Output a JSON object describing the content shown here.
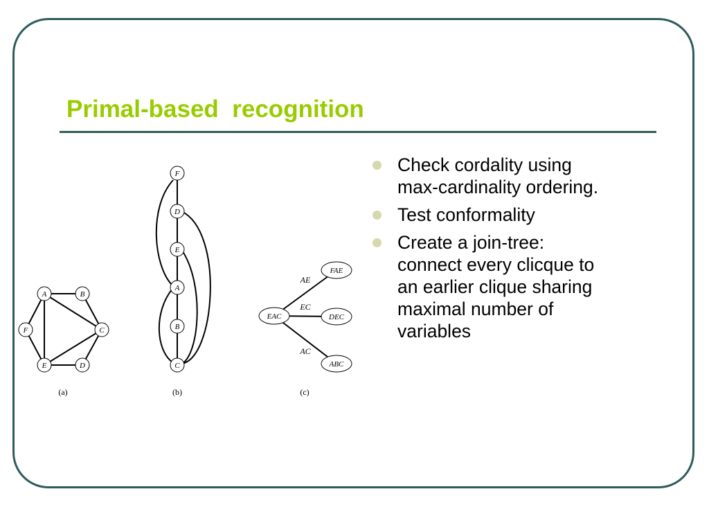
{
  "slide": {
    "title": "Primal-based  recognition",
    "bullets": [
      {
        "text": "Check cordality using\nmax-cardinality ordering."
      },
      {
        "text": "Test conformality"
      },
      {
        "text": "Create a join-tree:\nconnect every clicque to\nan earlier clique sharing\nmaximal number of\nvariables"
      }
    ],
    "colors": {
      "title": "#99cc00",
      "frame": "#2e5b5b",
      "bullet": "#d6d9ab"
    }
  },
  "figure": {
    "graph_a": {
      "nodes": [
        "A",
        "B",
        "C",
        "D",
        "E",
        "F"
      ],
      "caption": "(a)"
    },
    "graph_b": {
      "nodes": [
        "F",
        "D",
        "E",
        "A",
        "B",
        "C"
      ],
      "caption": "(b)"
    },
    "graph_c": {
      "nodes": [
        "EAC",
        "FAE",
        "DEC",
        "ABC"
      ],
      "edge_labels": [
        "AE",
        "EC",
        "AC"
      ],
      "caption": "(c)"
    }
  }
}
